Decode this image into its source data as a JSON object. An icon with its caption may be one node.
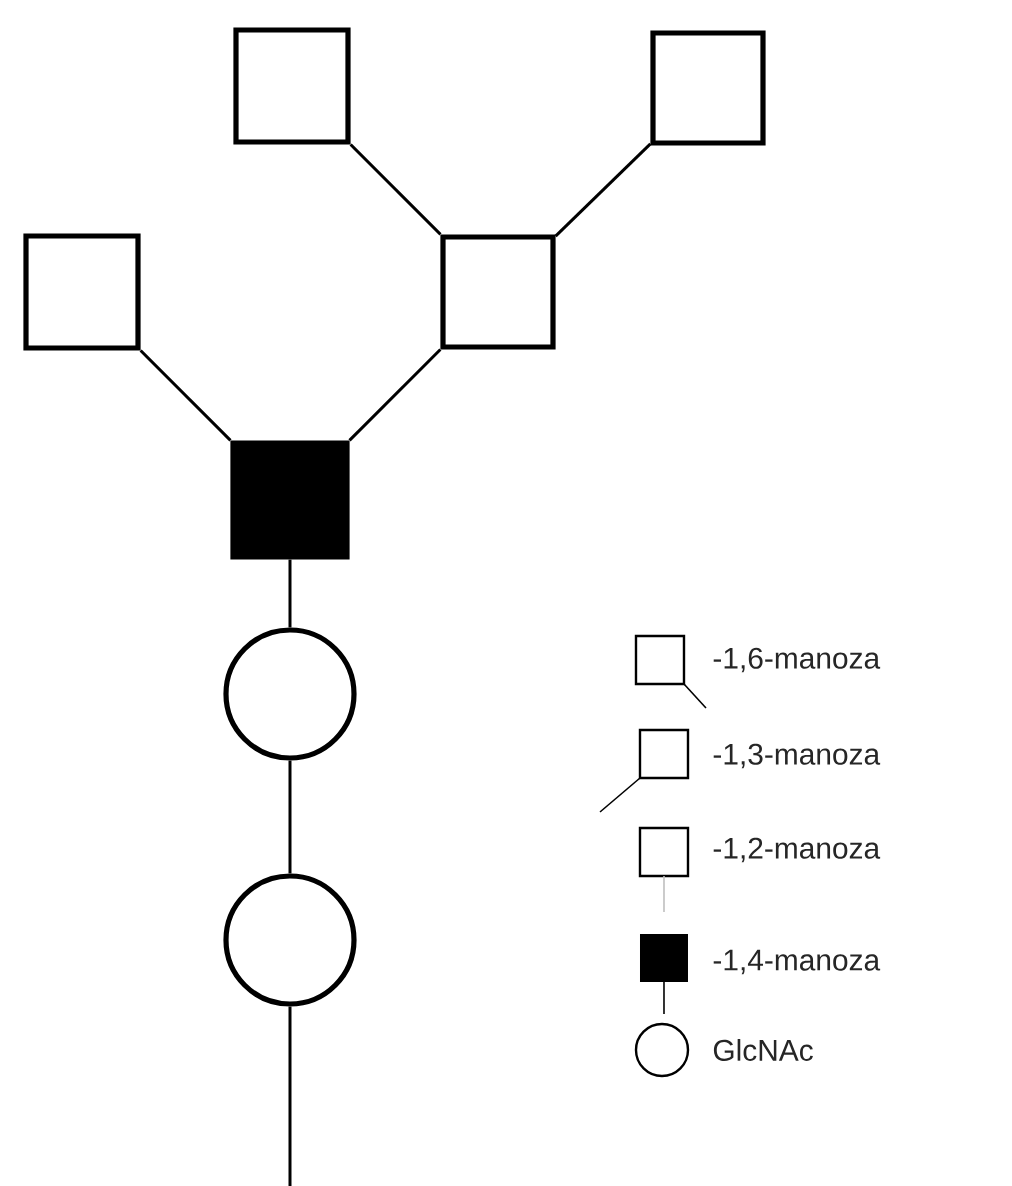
{
  "diagram": {
    "nodes": [
      {
        "text": [],
        "shape": "box"
      },
      {
        "text": [],
        "shape": "box"
      },
      {
        "text": [],
        "shape": "box"
      },
      {
        "text": [],
        "shape": "box"
      },
      {
        "text": [],
        "shape": "box"
      },
      {
        "text": [],
        "shape": "circle"
      },
      {
        "text": [],
        "shape": "circle"
      }
    ],
    "edges": [
      {
        "from": 0,
        "to": 3,
        "arrow": "none"
      },
      {
        "from": 1,
        "to": 3,
        "arrow": "none"
      },
      {
        "from": 2,
        "to": 4,
        "arrow": "none"
      },
      {
        "from": 3,
        "to": 4,
        "arrow": "none"
      },
      {
        "from": 4,
        "to": 5,
        "arrow": "none"
      },
      {
        "from": 5,
        "to": 6,
        "arrow": "none"
      },
      {
        "from": 6,
        "to": null,
        "arrow": "none"
      }
    ],
    "legend": [
      {
        "text": "-1,6-manoza"
      },
      {
        "text": "-1,3-manoza"
      },
      {
        "text": "-1,2-manoza"
      },
      {
        "text": "-1,4-manoza"
      },
      {
        "text": "GlcNAc"
      }
    ]
  }
}
